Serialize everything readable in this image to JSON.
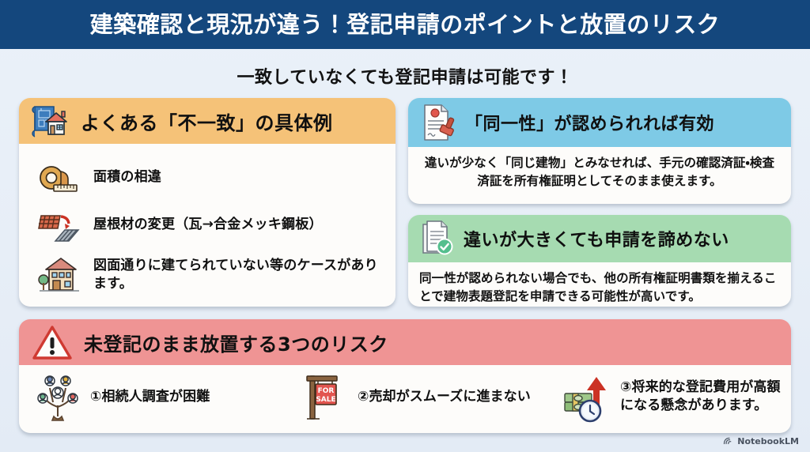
{
  "header": {
    "title": "建築確認と現況が違う！登記申請のポイントと放置のリスク",
    "bar_color": "#14477D"
  },
  "subtitle": "一致していなくても登記申請は可能です！",
  "background_color": "#E9F0F8",
  "cards": {
    "mismatch": {
      "header_title": "よくある「不一致」の具体例",
      "header_color": "#F5C278",
      "header_icon": "blueprint-house-icon",
      "items": [
        {
          "icon": "tape-measure-icon",
          "text": "面積の相違"
        },
        {
          "icon": "roof-tile-change-icon",
          "text": "屋根材の変更（瓦→合金メッキ鋼板）"
        },
        {
          "icon": "house-tree-icon",
          "text": "図面通りに建てられていない等のケースがあります。"
        }
      ]
    },
    "identity": {
      "header_title": "「同一性」が認められれば有効",
      "header_color": "#7ECAE6",
      "header_icon": "certificate-stamp-icon",
      "body": "違いが少なく「同じ建物」とみなせれば、手元の確認済証・検査済証を所有権証明としてそのまま使えます。"
    },
    "giveup": {
      "header_title": "違いが大きくても申請を諦めない",
      "header_color": "#A6DBB1",
      "header_icon": "document-check-icon",
      "body": "同一性が認められない場合でも、他の所有権証明書類を揃えることで建物表題登記を申請できる可能性が高いです。"
    },
    "risks": {
      "header_title": "未登記のまま放置する3つのリスク",
      "header_color": "#EF9494",
      "header_icon": "warning-triangle-icon",
      "items": [
        {
          "icon": "family-tree-icon",
          "text": "①相続人調査が困難"
        },
        {
          "icon": "for-sale-sign-icon",
          "sign_line1": "FOR",
          "sign_line2": "SALE",
          "text": "②売却がスムーズに進まない"
        },
        {
          "icon": "money-clock-arrow-icon",
          "text": "③将来的な登記費用が高額になる懸念があります。"
        }
      ]
    }
  },
  "watermark": {
    "icon": "notebooklm-icon",
    "label": "NotebookLM"
  }
}
